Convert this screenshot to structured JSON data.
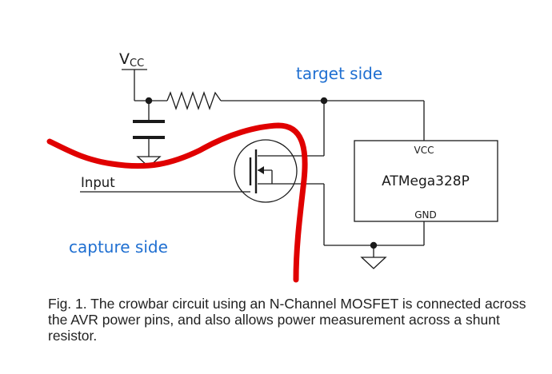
{
  "labels": {
    "vcc_main": "V",
    "vcc_sub": "CC",
    "target_side": "target side",
    "capture_side": "capture side",
    "input": "Input",
    "chip_name": "ATMega328P",
    "chip_vcc": "VCC",
    "chip_gnd": "GND"
  },
  "caption": "Fig. 1. The crowbar circuit using an N-Channel MOSFET is connected across the AVR power pins, and also allows power measurement across a shunt resistor.",
  "colors": {
    "annotation_blue": "#1f6fd1",
    "annotation_red": "#e00000"
  }
}
